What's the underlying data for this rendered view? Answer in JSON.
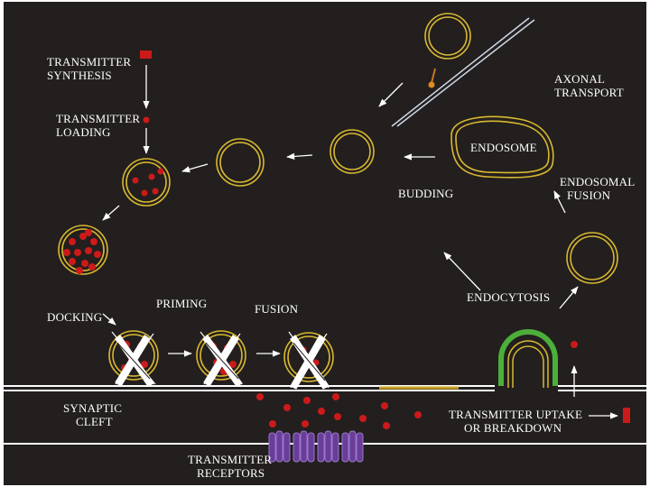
{
  "labels": {
    "transmitter_synthesis": [
      "TRANSMITTER",
      "SYNTHESIS"
    ],
    "transmitter_loading": [
      "TRANSMITTER",
      "LOADING"
    ],
    "axonal_transport": [
      "AXONAL",
      "TRANSPORT"
    ],
    "endosome": "ENDOSOME",
    "budding": "BUDDING",
    "endosomal_fusion": [
      "ENDOSOMAL",
      "FUSION"
    ],
    "endocytosis": "ENDOCYTOSIS",
    "docking": "DOCKING",
    "priming": "PRIMING",
    "fusion": "FUSION",
    "synaptic_cleft": [
      "SYNAPTIC",
      "CLEFT"
    ],
    "transmitter_uptake": [
      "TRANSMITTER UPTAKE",
      "OR BREAKDOWN"
    ],
    "transmitter_receptors": [
      "TRANSMITTER",
      "RECEPTORS"
    ]
  },
  "colors": {
    "background": "#231f1e",
    "vesicle": "#d8b830",
    "transmitter": "#cc1a1a",
    "clathrin": "#4caf3a",
    "receptor": "#6a3d9a",
    "membrane": "#ffffff",
    "active_zone": "#c8a020"
  }
}
